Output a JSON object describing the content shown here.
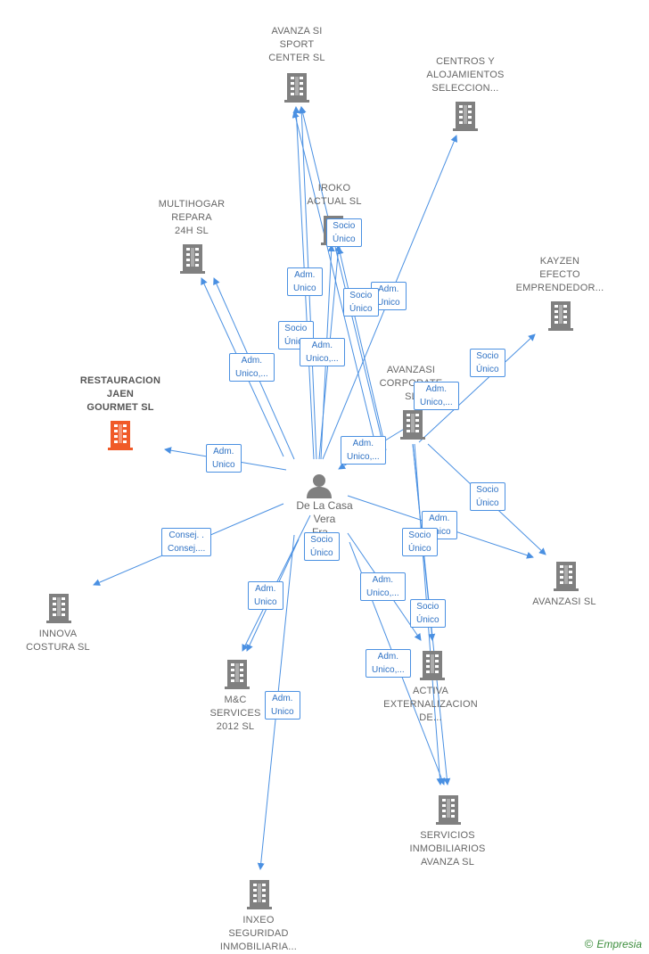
{
  "colors": {
    "edge": "#4a90e2",
    "building": "#808080",
    "highlight": "#f05a28"
  },
  "person": {
    "name_lines": [
      "De La Casa",
      "Vera",
      "Fra..."
    ]
  },
  "companies": {
    "avanza_si": {
      "lines": [
        "AVANZA SI",
        "SPORT",
        "CENTER  SL"
      ]
    },
    "centros": {
      "lines": [
        "CENTROS Y",
        "ALOJAMIENTOS",
        "SELECCION..."
      ]
    },
    "iroko": {
      "lines": [
        "IROKO",
        "ACTUAL SL"
      ]
    },
    "multihogar": {
      "lines": [
        "MULTIHOGAR",
        "REPARA",
        "24H  SL"
      ]
    },
    "kayzen": {
      "lines": [
        "KAYZEN",
        "EFECTO",
        "EMPRENDEDOR..."
      ]
    },
    "restauracion": {
      "lines": [
        "RESTAURACION",
        "JAEN",
        "GOURMET  SL"
      ]
    },
    "avanzasi_corp": {
      "lines": [
        "AVANZASI",
        "CORPORATE",
        "SL"
      ]
    },
    "innova": {
      "lines": [
        "INNOVA",
        "COSTURA  SL"
      ]
    },
    "avanzasi_sl": {
      "lines": [
        "AVANZASI SL"
      ]
    },
    "mc": {
      "lines": [
        "M&C",
        "SERVICES",
        "2012 SL"
      ]
    },
    "activa": {
      "lines": [
        "ACTIVA",
        "EXTERNALIZACION",
        "DE..."
      ]
    },
    "servicios": {
      "lines": [
        "SERVICIOS",
        "INMOBILIARIOS",
        "AVANZA  SL"
      ]
    },
    "inxeo": {
      "lines": [
        "INXEO",
        "SEGURIDAD",
        "INMOBILIARIA..."
      ]
    }
  },
  "edge_labels": {
    "e1": [
      "Socio",
      "Único"
    ],
    "e2": [
      "Adm.",
      "Unico"
    ],
    "e3": [
      "Adm.",
      "Unico"
    ],
    "e4": [
      "Socio",
      "Único"
    ],
    "e5": [
      "Socio",
      "Único"
    ],
    "e6": [
      "Adm.",
      "Unico,..."
    ],
    "e7": [
      "Adm.",
      "Unico,..."
    ],
    "e8": [
      "Socio",
      "Único"
    ],
    "e9": [
      "Adm.",
      "Unico,..."
    ],
    "e10": [
      "Adm.",
      "Unico"
    ],
    "e11": [
      "Adm.",
      "Unico,..."
    ],
    "e12": [
      "Socio",
      "Único"
    ],
    "e13": [
      "Consej. .",
      "Consej...."
    ],
    "e14": [
      "Adm.",
      "Unico"
    ],
    "e15": [
      "Socio",
      "Único"
    ],
    "e16": [
      "Adm.",
      "Unico"
    ],
    "e17": [
      "Socio",
      "Único"
    ],
    "e18": [
      "Adm.",
      "Unico,..."
    ],
    "e19": [
      "Socio",
      "Único"
    ],
    "e20": [
      "Adm.",
      "Unico,..."
    ],
    "e21": [
      "Adm.",
      "Unico"
    ]
  },
  "brand": {
    "symbol": "©",
    "name": "Empresia"
  }
}
